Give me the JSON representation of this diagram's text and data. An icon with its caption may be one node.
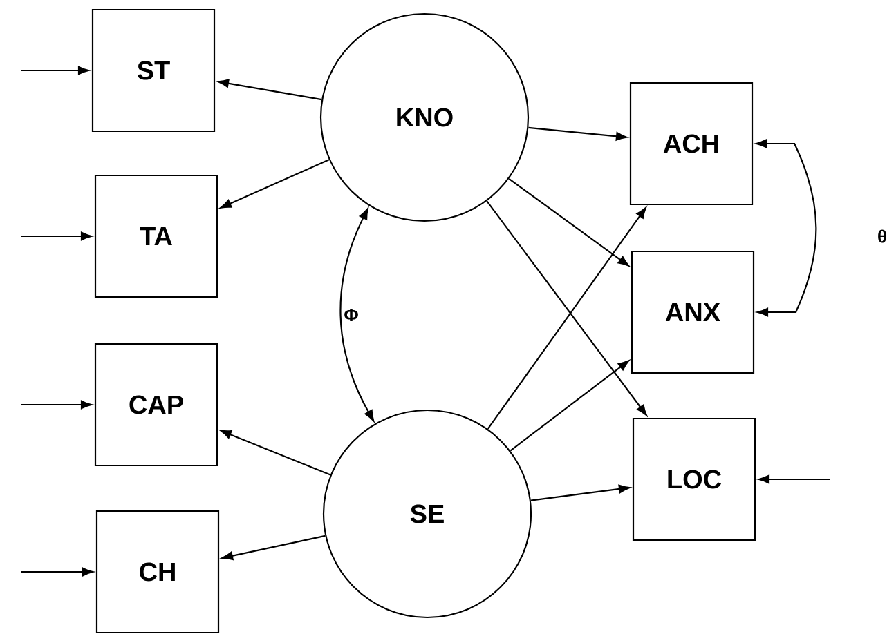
{
  "diagram": {
    "nodes": [
      {
        "text": [
          "ST"
        ]
      },
      {
        "text": [
          "TA"
        ]
      },
      {
        "text": [
          "CAP"
        ]
      },
      {
        "text": [
          "CH"
        ]
      },
      {
        "text": [
          "KNO"
        ]
      },
      {
        "text": [
          "SE"
        ]
      },
      {
        "text": [
          "ACH"
        ]
      },
      {
        "text": [
          "ANX"
        ]
      },
      {
        "text": [
          "LOC"
        ]
      }
    ],
    "edges": [
      {
        "from": null,
        "to": 0,
        "arrow": "to"
      },
      {
        "from": null,
        "to": 1,
        "arrow": "to"
      },
      {
        "from": null,
        "to": 2,
        "arrow": "to"
      },
      {
        "from": null,
        "to": 3,
        "arrow": "to"
      },
      {
        "from": 4,
        "to": 0,
        "arrow": "to"
      },
      {
        "from": 4,
        "to": 1,
        "arrow": "to"
      },
      {
        "from": 4,
        "to": 5,
        "arrow": "both",
        "label": "Φ"
      },
      {
        "from": 5,
        "to": 2,
        "arrow": "to"
      },
      {
        "from": 5,
        "to": 3,
        "arrow": "to"
      },
      {
        "from": 4,
        "to": 6,
        "arrow": "to"
      },
      {
        "from": 4,
        "to": 7,
        "arrow": "to"
      },
      {
        "from": 4,
        "to": 8,
        "arrow": "to"
      },
      {
        "from": 5,
        "to": 6,
        "arrow": "to"
      },
      {
        "from": 5,
        "to": 7,
        "arrow": "to"
      },
      {
        "from": 5,
        "to": 8,
        "arrow": "to"
      },
      {
        "from": 6,
        "to": 7,
        "arrow": "both",
        "label": "θ"
      },
      {
        "from": null,
        "to": 8,
        "arrow": "to"
      }
    ]
  }
}
